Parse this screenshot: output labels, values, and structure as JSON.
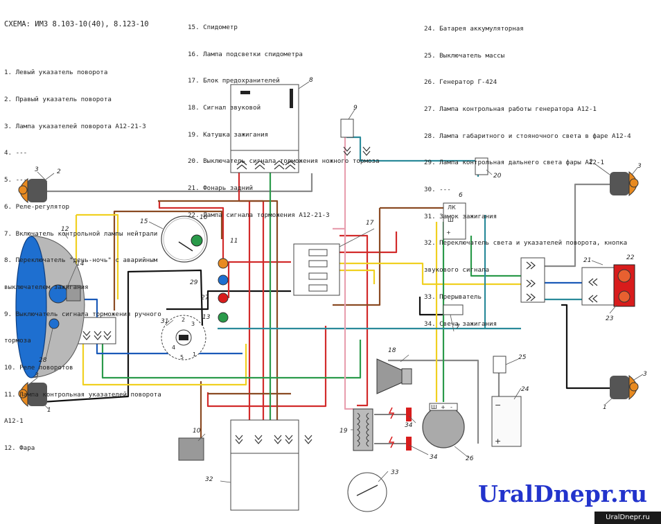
{
  "title": "СХЕМА: ИМЗ 8.103-10(40), 8.123-10",
  "legend": {
    "col1": [
      "1. Левый указатель поворота",
      "2. Правый указатель поворота",
      "3. Лампа указателей поворота А12-21-3",
      "4. ---",
      "5. ---",
      "6. Реле-регулятор",
      "7. Включатель контрольной лампы нейтрали",
      "8. Переключатель \"день-ночь\" с аварийным",
      "выключателем зажигания",
      "9. Выключатель сигнала торможения ручного",
      "тормоза",
      "10. Реле поворотов",
      "11. Лампа контрольная указателей поворота",
      "А12-1",
      "12. Фара"
    ],
    "col2": [
      "15. Спидометр",
      "16. Лампа подсветки спидометра",
      "17. Блок предохранителей",
      "18. Сигнал звуковой",
      "19. Катушка зажигания",
      "20. Выключатель сигнала торможения ножного тормоза",
      "21. Фонарь задний",
      "22. Лампа сигнала торможения А12-21-3"
    ],
    "col3": [
      "24. Батарея аккумуляторная",
      "25. Выключатель массы",
      "26. Генератор Г-424",
      "27. Лампа контрольная работы генератора А12-1",
      "28. Лампа габаритного и стояночного света в фаре А12-4",
      "29. Лампа контрольная дальнего света фары А12-1",
      "30. ---",
      "31. Замок зажигания",
      "32. Переключатель света и указателей поворота, кнопка",
      "звукового сигнала",
      "33. Прерыватель",
      "34. Свеча зажигания"
    ]
  },
  "labels": {
    "n1a": "1",
    "n1b": "1",
    "n2a": "2",
    "n2b": "2",
    "n3a": "3",
    "n3b": "3",
    "n3c": "3",
    "n3d": "3",
    "n6": "6",
    "n7": "7",
    "n8": "8",
    "n9": "9",
    "n10": "10",
    "n11": "11",
    "n12": "12",
    "n13": "13",
    "n14": "14",
    "n15": "15",
    "n16": "16",
    "n17": "17",
    "n18": "18",
    "n19": "19",
    "n20": "20",
    "n21": "21",
    "n22": "22",
    "n23": "23",
    "n24": "24",
    "n25": "25",
    "n26": "26",
    "n27": "27",
    "n28": "28",
    "n29": "29",
    "n31": "31",
    "n32": "32",
    "n33": "33",
    "n34a": "34",
    "n34b": "34"
  },
  "terminals": {
    "relay_l": "ЛК",
    "relay_sh": "Ш",
    "relay_plus": "+",
    "gen_sh": "Ш",
    "gen_plus": "+",
    "gen_minus": "-",
    "bat_minus": "−",
    "bat_plus": "+",
    "lock_1": "1",
    "lock_2": "2",
    "lock_3": "3",
    "lock_4": "4",
    "lock_5": "5"
  },
  "watermark": "UralDnepr.ru",
  "watermark_small": "UralDnepr.ru",
  "colors": {
    "wire_red": "#d22a2a",
    "wire_brown": "#8a4a22",
    "wire_yellow": "#f0d020",
    "wire_green": "#2a9a4a",
    "wire_blue": "#1a5ab8",
    "wire_black": "#111111",
    "wire_gray": "#8a8a8a",
    "wire_pink": "#e8a0b0",
    "wire_teal": "#2a8a9a",
    "headlight": "#1e6fd0",
    "indicator_orange": "#e88a20",
    "tail_red": "#d81c1c",
    "watermark": "#2233cc"
  }
}
